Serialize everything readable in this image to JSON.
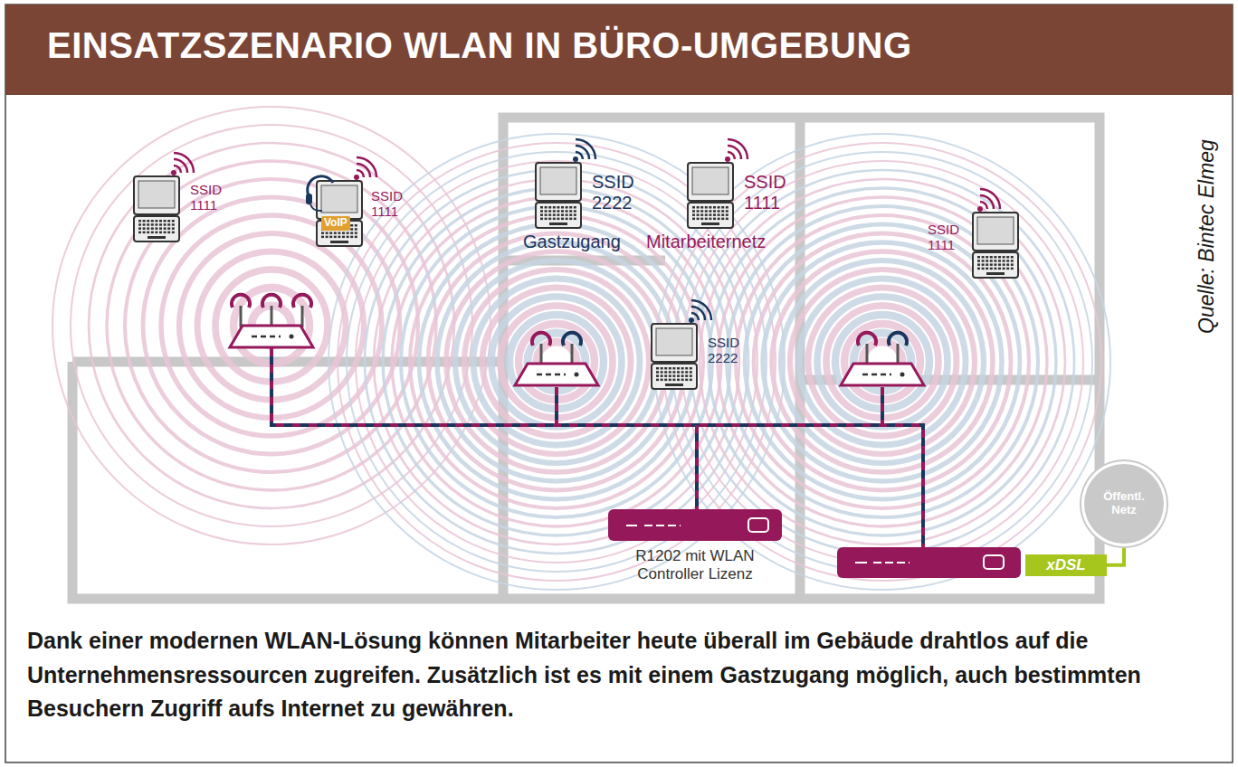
{
  "diagram": {
    "title": "EINSATZSZENARIO WLAN IN BÜRO-UMGEBUNG",
    "caption": "Dank einer modernen WLAN-Lösung können Mitarbeiter heute überall im Gebäude drahtlos auf die Unternehmensressourcen zugreifen. Zusätzlich ist es mit einem Gastzugang möglich, auch bestimmten Besuchern Zugriff aufs Internet zu gewähren.",
    "nodes": [
      {
        "text": [
          "SSID 1111"
        ]
      },
      {
        "text": [
          "VoIP",
          "SSID 1111"
        ]
      },
      {
        "text": [
          "SSID 2222",
          "Gastzugang"
        ]
      },
      {
        "text": [
          "SSID 1111",
          "Mitarbeiternetz"
        ]
      },
      {
        "text": [
          "SSID 1111"
        ]
      },
      {
        "text": [
          "SSID 2222"
        ]
      },
      {
        "text": [
          "R1202 mit WLAN Controller Lizenz"
        ]
      },
      {
        "text": [
          "xDSL"
        ]
      },
      {
        "text": [
          "Öffentl. Netz"
        ]
      }
    ],
    "edges": [
      {
        "from": 7,
        "to": 8,
        "arrow": "none"
      }
    ],
    "labels": [
      "Quelle: Bintec Elmeg"
    ]
  }
}
